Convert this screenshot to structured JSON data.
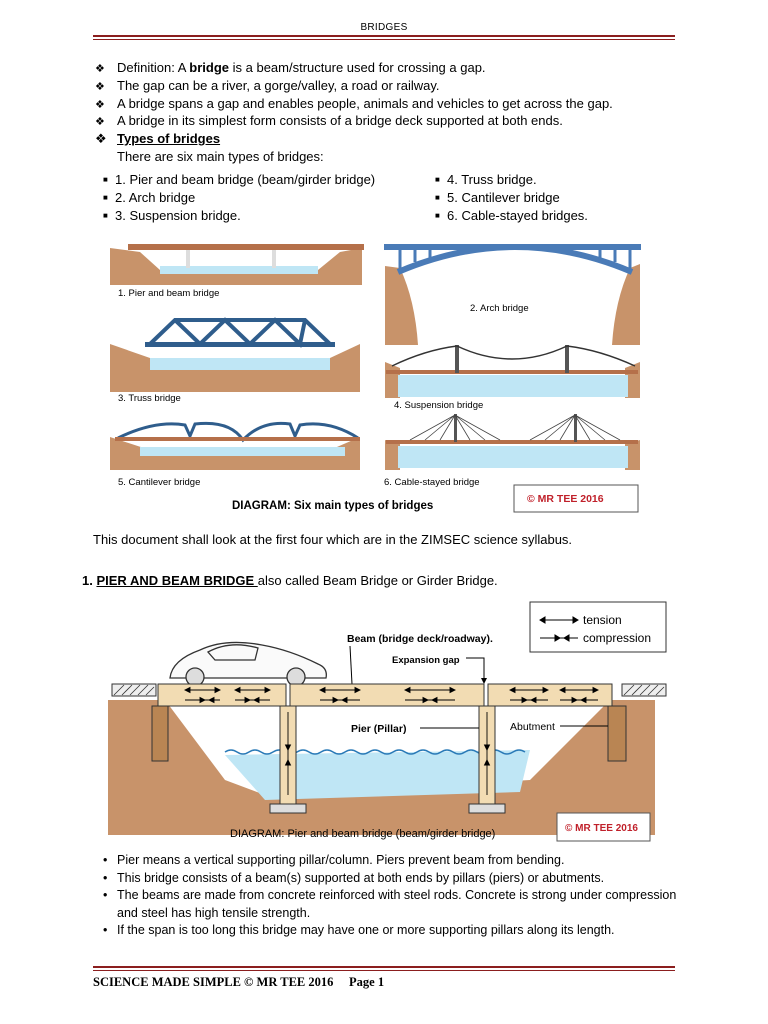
{
  "header": {
    "title": "BRIDGES"
  },
  "intro": [
    "Definition: A ",
    "bridge",
    " is a beam/structure used for crossing a gap.",
    "The gap can be a river, a gorge/valley, a road or railway.",
    "A bridge spans a gap and enables people, animals and vehicles to get across the gap.",
    "A bridge in its simplest form consists of a bridge deck supported at both ends."
  ],
  "types": {
    "heading": "Types of bridges ",
    "lead": "There are six main types of bridges:",
    "left": [
      "1. Pier and beam bridge (beam/girder bridge)",
      "2. Arch bridge",
      "3. Suspension bridge."
    ],
    "right": [
      "4. Truss bridge.",
      "5. Cantilever bridge",
      "6. Cable-stayed bridges."
    ]
  },
  "diagram1": {
    "labels": {
      "pier_beam": "1. Pier and beam bridge",
      "arch": "2. Arch bridge",
      "truss": "3. Truss bridge",
      "suspension": "4. Suspension bridge",
      "cantilever": "5. Cantilever bridge",
      "cable": "6. Cable-stayed bridge"
    },
    "caption": "DIAGRAM:  Six main types  of bridges",
    "copyright": "© MR TEE 2016"
  },
  "doc_note": "This document shall look at the first four which are in the ZIMSEC science syllabus.",
  "section1": {
    "number": "1. ",
    "title": "PIER AND BEAM BRIDGE ",
    "rest": "also called Beam Bridge or Girder Bridge."
  },
  "diagram2": {
    "legend_tension": "tension",
    "legend_compression": "compression",
    "beam_label": "Beam (bridge deck/roadway).",
    "gap_label": "Expansion gap",
    "pier_label": "Pier (Pillar)",
    "abutment_label": "Abutment",
    "caption": "DIAGRAM: Pier and beam bridge (beam/girder bridge)",
    "copyright": "© MR TEE 2016"
  },
  "notes": [
    "Pier means a vertical supporting pillar/column. Piers prevent beam from bending.",
    "This bridge consists of a beam(s) supported at both ends by pillars (piers) or abutments.",
    "The beams are made from concrete reinforced with steel rods. Concrete is strong under compression and steel has high tensile strength.",
    "If the span is too long this bridge may have one or more supporting pillars along its length."
  ],
  "footer": {
    "text": "SCIENCE MADE SIMPLE © MR TEE 2016",
    "page": "Page 1"
  },
  "colors": {
    "rule": "#8b1e1e",
    "earth": "#c8936a",
    "water": "#bfe6f5",
    "deck": "#b5704a",
    "steel": "#2f5d8c"
  }
}
